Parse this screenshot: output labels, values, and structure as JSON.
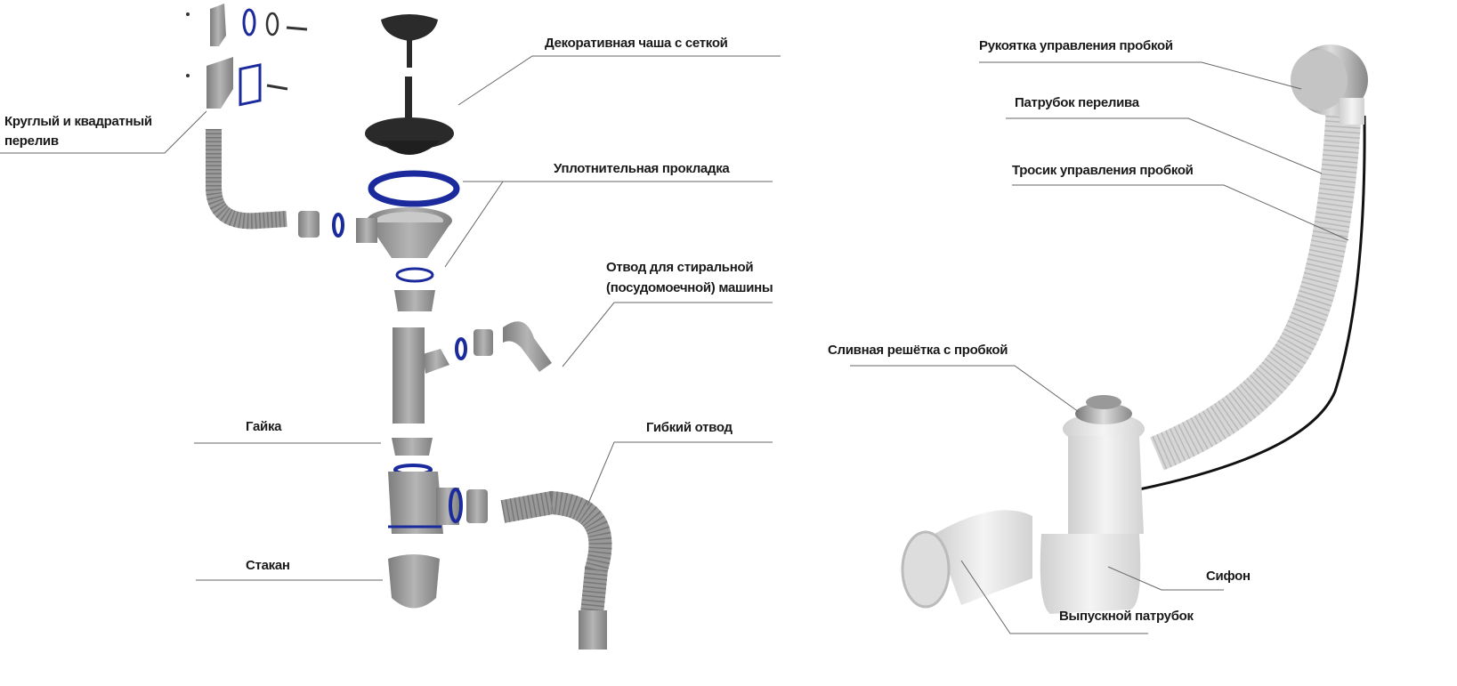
{
  "left_diagram": {
    "labels": {
      "overflow": [
        "Круглый и квадратный",
        "перелив"
      ],
      "strainer_bowl": "Декоративная чаша с сеткой",
      "gasket": "Уплотнительная прокладка",
      "washer_outlet": [
        "Отвод для стиральной",
        "(посудомоечной) машины"
      ],
      "nut": "Гайка",
      "flexible_outlet": "Гибкий отвод",
      "cup": "Стакан"
    }
  },
  "right_diagram": {
    "labels": {
      "control_handle": "Рукоятка управления пробкой",
      "overflow_pipe": "Патрубок перелива",
      "control_cable": "Тросик управления пробкой",
      "drain_grate": "Сливная решётка с пробкой",
      "siphon": "Сифон",
      "outlet_pipe": "Выпускной патрубок"
    }
  },
  "colors": {
    "gasket_blue": "#1b2a9c",
    "plastic_grey": "#9a9a9a",
    "dark_part": "#2a2a2a",
    "white_plastic": "#e6e6e6"
  }
}
